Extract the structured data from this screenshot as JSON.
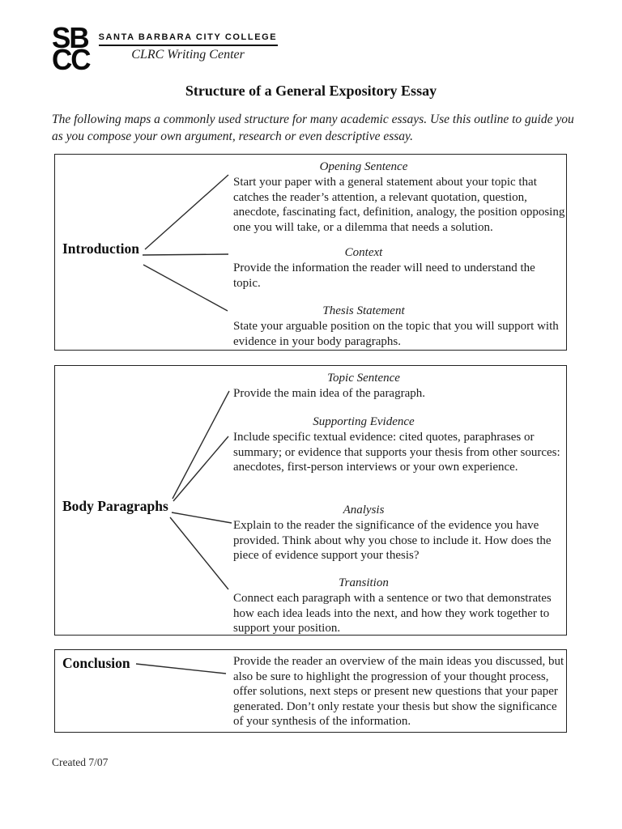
{
  "header": {
    "logo_top": "SB",
    "logo_bottom": "CC",
    "college_name": "SANTA BARBARA CITY COLLEGE",
    "center_name": "CLRC Writing Center"
  },
  "title": "Structure of a General Expository Essay",
  "intro": "The following maps a commonly used structure for many academic essays. Use this outline to guide you as you compose your own argument, research or even descriptive essay.",
  "boxes": [
    {
      "label": "Introduction",
      "sections": [
        {
          "heading": "Opening Sentence",
          "body": "Start your paper with a general statement about your topic that catches the reader’s attention, a relevant quotation, question, anecdote, fascinating fact, definition, analogy, the position opposing one you will take, or a dilemma that needs a solution."
        },
        {
          "heading": "Context",
          "body": "Provide the information the reader will need to understand the topic."
        },
        {
          "heading": "Thesis Statement",
          "body": "State your arguable position on the topic that you will support with evidence in your body paragraphs."
        }
      ]
    },
    {
      "label": "Body Paragraphs",
      "sections": [
        {
          "heading": "Topic Sentence",
          "body": "Provide the main idea of the paragraph."
        },
        {
          "heading": "Supporting Evidence",
          "body": "Include specific textual evidence: cited quotes, paraphrases or summary; or evidence that supports your thesis from other sources: anecdotes, first-person interviews or your own experience."
        },
        {
          "heading": "Analysis",
          "body": "Explain to the reader the significance of the evidence you have provided. Think about why you chose to include it. How does the piece of evidence support your thesis?"
        },
        {
          "heading": "Transition",
          "body": "Connect each paragraph with a sentence or two that demonstrates how each idea leads into the next, and how they work together to support your position."
        }
      ]
    },
    {
      "label": "Conclusion",
      "sections": [
        {
          "heading": "",
          "body": "Provide the reader an overview of the main ideas you discussed, but also be sure to highlight the progression of your thought process, offer solutions, next steps or present new questions that your paper generated. Don’t only restate your thesis but show the significance of  your synthesis of the information."
        }
      ]
    }
  ],
  "footer": {
    "created": "Created 7/07"
  }
}
